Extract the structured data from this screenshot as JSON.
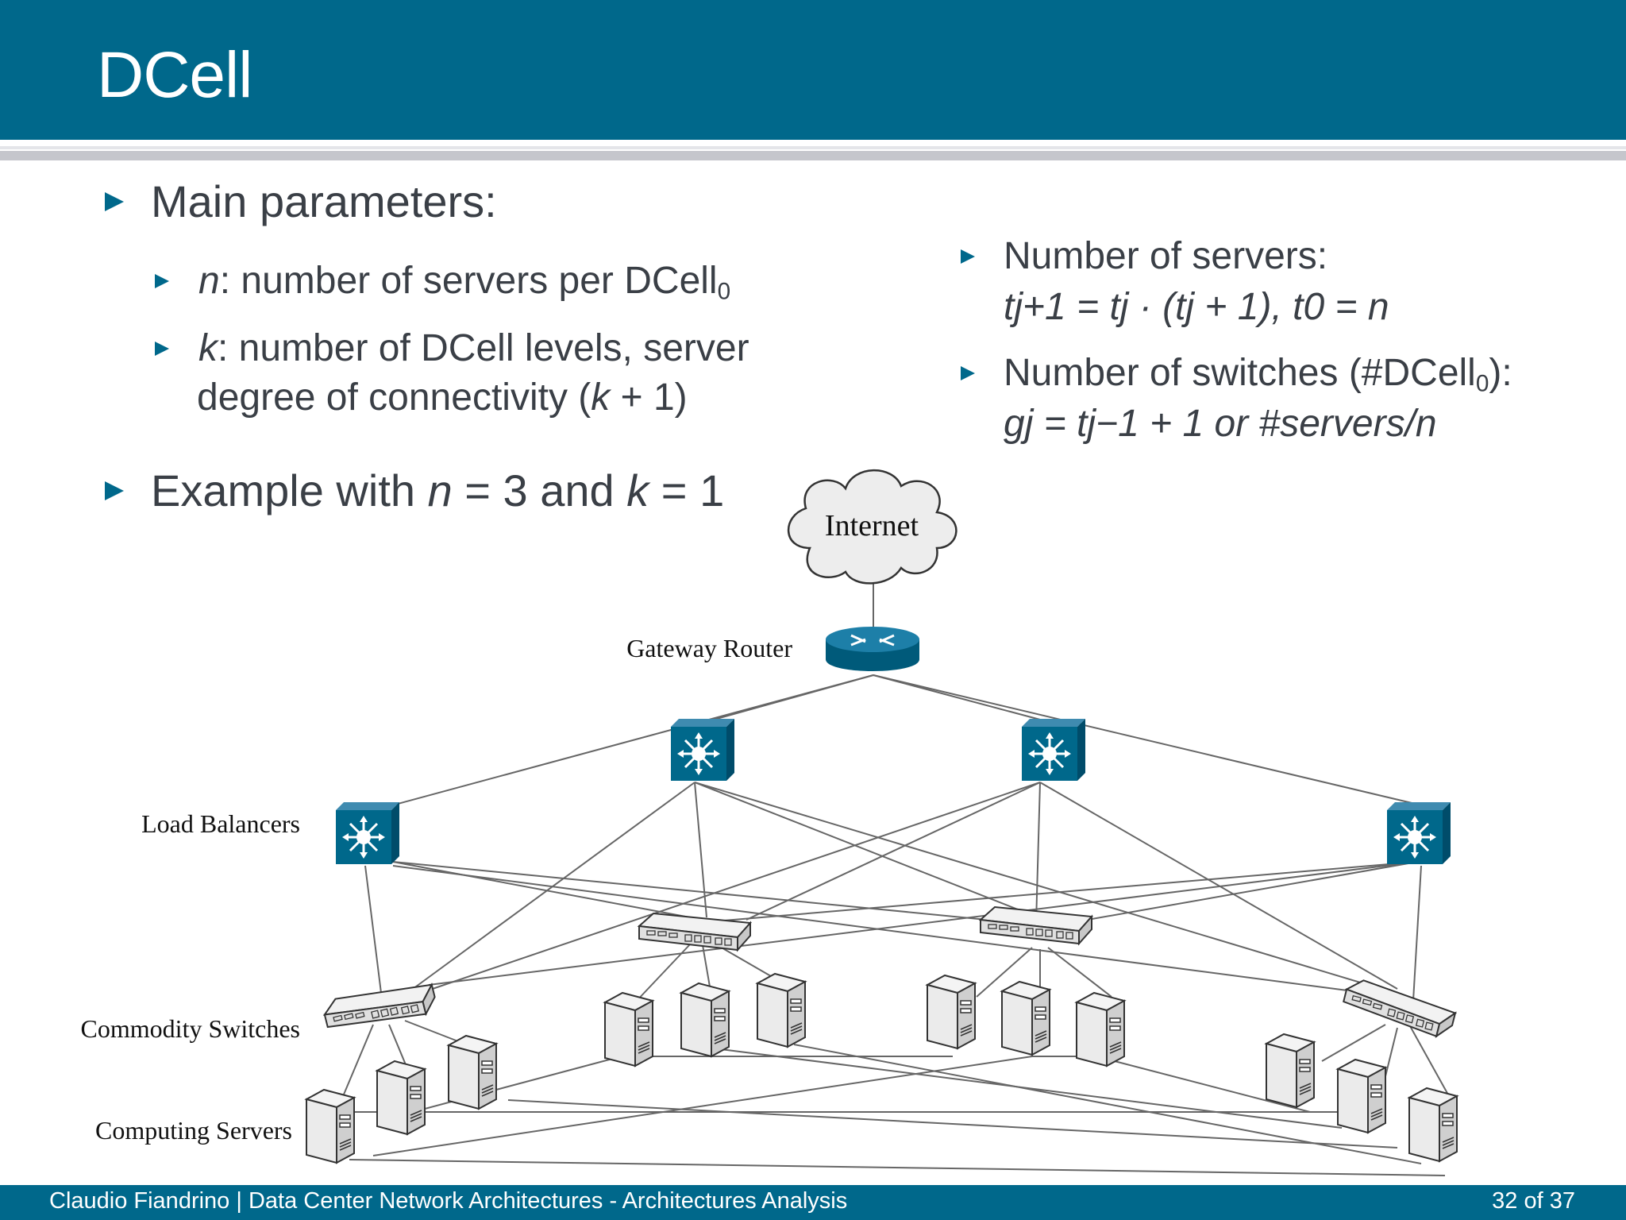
{
  "slide": {
    "title": "DCell",
    "main_params": "Main parameters:",
    "param_n_var": "n",
    "param_n_text": ": number of servers per DCell",
    "param_n_sub": "0",
    "param_k_var": "k",
    "param_k_text_1": ": number of DCell levels, server",
    "param_k_text_2": "degree of connectivity (",
    "param_k_text_var": "k",
    "param_k_text_3": " + 1)",
    "example_prefix": "Example with ",
    "example_n": "n",
    "example_mid": " = 3 and ",
    "example_k": "k",
    "example_suffix": " = 1",
    "servers_label": "Number of servers:",
    "servers_formula": "t",
    "servers_formula_text": "j+1 = tj · (tj + 1),   t0 = n",
    "switches_label_prefix": "Number of switches (#DCell",
    "switches_label_sub": "0",
    "switches_label_suffix": "):",
    "switches_formula": "gj = tj−1 + 1 or #servers/n"
  },
  "diagram": {
    "internet_label": "Internet",
    "gateway_label": "Gateway Router",
    "load_balancers_label": "Load Balancers",
    "commodity_switches_label": "Commodity Switches",
    "computing_servers_label": "Computing Servers"
  },
  "footer": {
    "text": "Claudio Fiandrino | Data Center Network Architectures - Architectures Analysis",
    "page": "32 of 37"
  },
  "colors": {
    "accent": "#00688b",
    "text": "#3a3f46"
  }
}
